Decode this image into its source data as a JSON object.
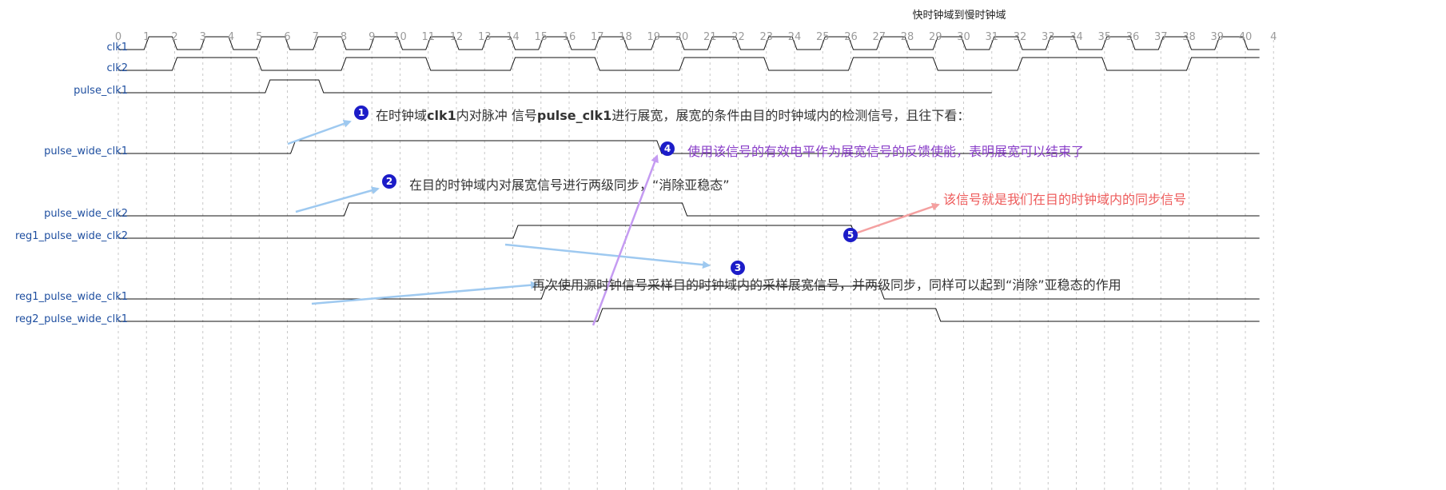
{
  "title": "快时钟域到慢时钟域",
  "ticks": [
    "0",
    "1",
    "2",
    "3",
    "4",
    "5",
    "6",
    "7",
    "8",
    "9",
    "10",
    "11",
    "12",
    "13",
    "14",
    "15",
    "16",
    "17",
    "18",
    "19",
    "20",
    "21",
    "22",
    "23",
    "24",
    "25",
    "26",
    "27",
    "28",
    "29",
    "30",
    "31",
    "32",
    "33",
    "34",
    "35",
    "36",
    "37",
    "38",
    "39",
    "40",
    "4"
  ],
  "signals": [
    {
      "name": "clk1",
      "kind": "clock",
      "period": 2,
      "start_low": 1,
      "end": 40.5
    },
    {
      "name": "clk2",
      "kind": "clock",
      "period": 6,
      "rise": 2,
      "end": 40.5
    },
    {
      "name": "pulse_clk1",
      "kind": "pulse",
      "edges": [
        5.3,
        7.2
      ],
      "end": 31.0
    },
    {
      "name": "pulse_wide_clk1",
      "kind": "pulse",
      "edges": [
        6.2,
        19.2
      ],
      "end": 40.5
    },
    {
      "name": "pulse_wide_clk2",
      "kind": "pulse",
      "edges": [
        8.1,
        20.1
      ],
      "end": 40.5
    },
    {
      "name": "reg1_pulse_wide_clk2",
      "kind": "pulse",
      "edges": [
        14.1,
        26.1
      ],
      "end": 40.5
    },
    {
      "name": "reg1_pulse_wide_clk1",
      "kind": "pulse",
      "edges": [
        15.1,
        27.1
      ],
      "end": 40.5
    },
    {
      "name": "reg2_pulse_wide_clk1",
      "kind": "pulse",
      "edges": [
        17.1,
        29.1
      ],
      "end": 40.5
    }
  ],
  "notes": {
    "n1": {
      "number": "1",
      "pre": "在时钟域",
      "b1": "clk1",
      "mid": "内对脉冲 信号",
      "b2": "pulse_clk1",
      "post": "进行展宽，展宽的条件由目的时钟域内的检测信号，且往下看：",
      "color": "#333333"
    },
    "n2": {
      "number": "2",
      "text": "在目的时钟域内对展宽信号进行两级同步，“消除亚稳态”",
      "color": "#333333"
    },
    "n3": {
      "number": "3",
      "text": "再次使用源时钟信号采样目的时钟域内的采样展宽信号，并两级同步，同样可以起到“消除”亚稳态的作用",
      "color": "#333333"
    },
    "n4": {
      "number": "4",
      "text": "使用该信号的有效电平作为展宽信号的反馈使能，表明展宽可以结束了",
      "color": "#8a3fc9"
    },
    "n5": {
      "number": "5",
      "text": "该信号就是我们在目的时钟域内的同步信号",
      "color": "#ee5c5c"
    }
  },
  "colors": {
    "arrow_blue": "#9ec9f0",
    "arrow_purple": "#c59bf2",
    "arrow_red": "#f4a0a0",
    "badge": "#1c1cc8",
    "label": "#1f4fa0"
  }
}
